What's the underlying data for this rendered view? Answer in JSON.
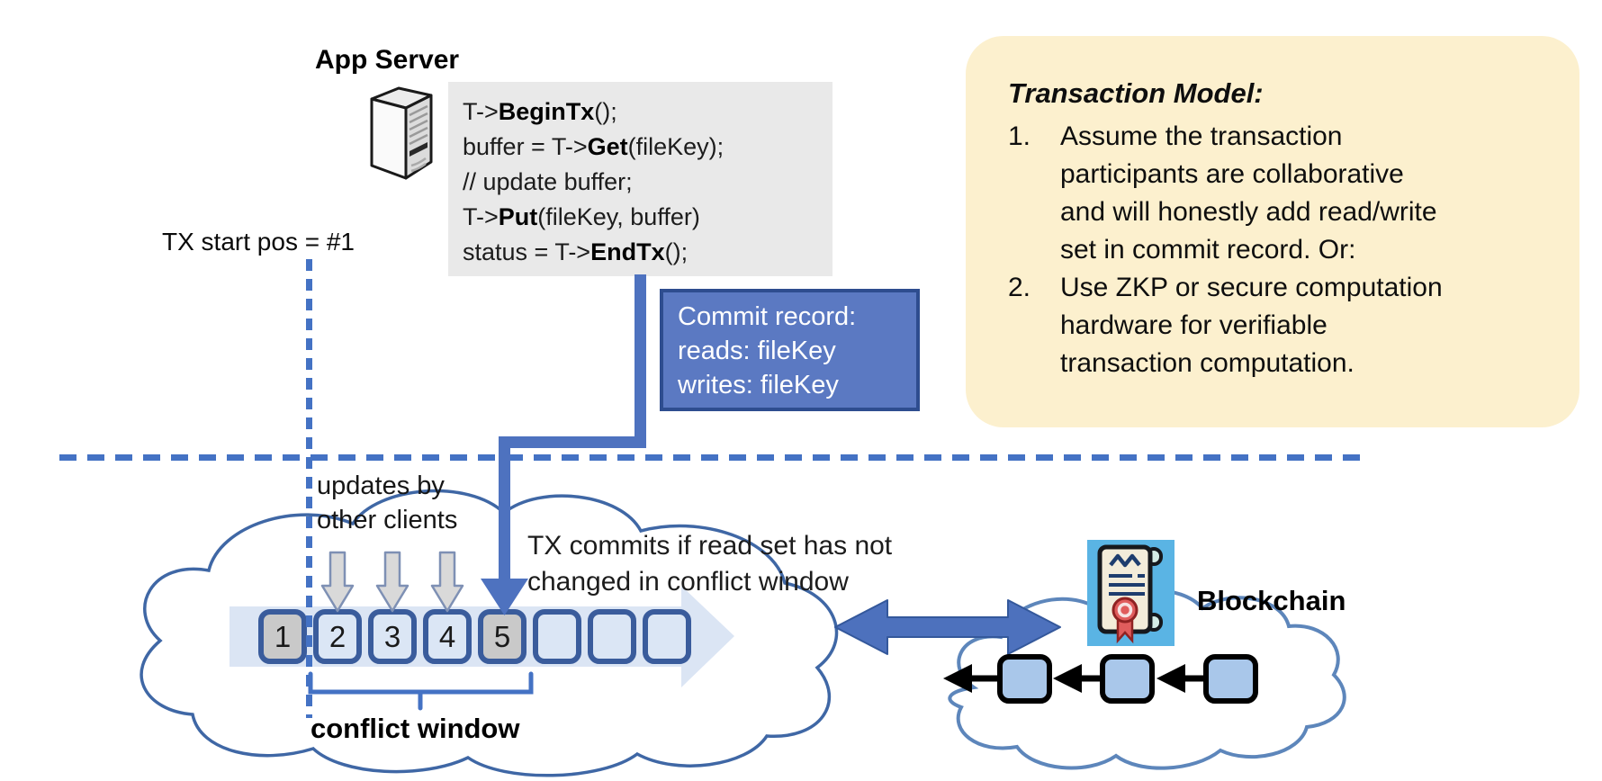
{
  "header": {
    "app_server": "App Server"
  },
  "code_box": {
    "lines": [
      {
        "pre": "T->",
        "bold": "BeginTx",
        "post": "();"
      },
      {
        "pre": "buffer = T->",
        "bold": "Get",
        "post": "(fileKey);"
      },
      {
        "pre": "// update buffer;",
        "bold": "",
        "post": ""
      },
      {
        "pre": "T->",
        "bold": "Put",
        "post": "(fileKey, buffer)"
      },
      {
        "pre": "status = T->",
        "bold": "EndTx",
        "post": "();"
      }
    ]
  },
  "labels": {
    "tx_start": "TX start pos = #1",
    "updates_line1": "updates by",
    "updates_line2": "other clients",
    "tx_commits_line1": "TX commits if read set has not",
    "tx_commits_line2": "changed in conflict window",
    "conflict_window": "conflict window",
    "blockchain": "Blockchain"
  },
  "commit_record": {
    "line1": "Commit record:",
    "line2": "reads: fileKey",
    "line3": "writes: fileKey"
  },
  "note": {
    "title": "Transaction Model:",
    "items": [
      {
        "num": "1.",
        "lines": [
          "Assume the transaction",
          "participants are collaborative",
          "and will honestly add read/write",
          "set in commit record.  Or:"
        ]
      },
      {
        "num": "2.",
        "lines": [
          "Use ZKP or secure computation",
          "hardware for verifiable",
          "transaction computation."
        ]
      }
    ]
  },
  "ledger": {
    "blocks": [
      "1",
      "2",
      "3",
      "4",
      "5",
      "",
      "",
      ""
    ],
    "committed_positions": [
      1,
      5
    ]
  },
  "icons": {
    "server": "server-tower-icon",
    "certificate": "certificate-scroll-icon"
  },
  "colors": {
    "accent_blue": "#4472c4",
    "arrow_blue": "#4e72bf",
    "commit_fill": "#5b79c2",
    "commit_border": "#2e4d8f",
    "block_border": "#3a5c9c",
    "block_fill_light": "#dbe6f5",
    "block_fill_gray": "#c9c9c9",
    "band_fill": "#dbe5f4",
    "note_fill": "#fcf0ce",
    "code_fill": "#e9e9e9",
    "chain_block_fill": "#a9c7ea"
  }
}
